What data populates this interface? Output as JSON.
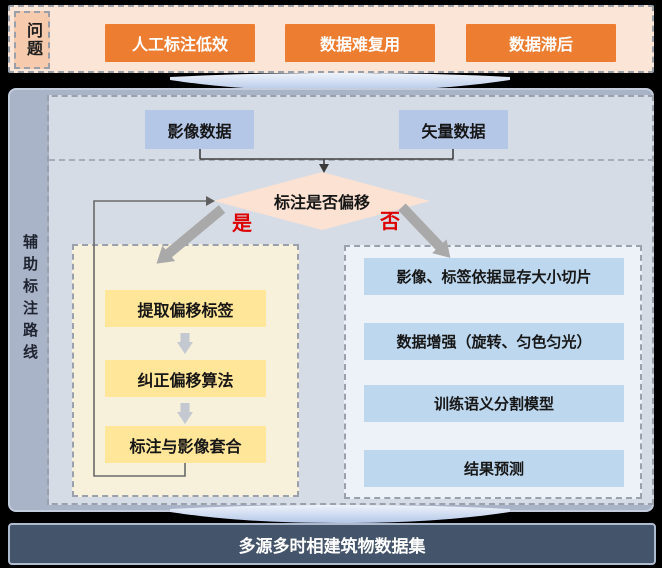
{
  "problem_section": {
    "label": "问题",
    "items": [
      {
        "label": "人工标注低效"
      },
      {
        "label": "数据难复用"
      },
      {
        "label": "数据滞后"
      }
    ]
  },
  "route_section": {
    "label": "辅助标注路线",
    "inputs": [
      {
        "label": "影像数据"
      },
      {
        "label": "矢量数据"
      }
    ],
    "decision": {
      "label": "标注是否偏移",
      "yes_label": "是",
      "no_label": "否"
    },
    "yes_branch": {
      "steps": [
        {
          "label": "提取偏移标签"
        },
        {
          "label": "纠正偏移算法"
        },
        {
          "label": "标注与影像套合"
        }
      ]
    },
    "no_branch": {
      "steps": [
        {
          "label": "影像、标签依据显存大小切片"
        },
        {
          "label": "数据增强（旋转、匀色匀光）"
        },
        {
          "label": "训练语义分割模型"
        },
        {
          "label": "结果预测"
        }
      ]
    }
  },
  "output_section": {
    "label": "多源多时相建筑物数据集"
  },
  "colors": {
    "problem_accent": "#ED7D31",
    "problem_bg": "#FBE5D6",
    "problem_label_bg": "#F6CBAD",
    "input_box": "#B4C7E7",
    "decision_bg": "#FBE2D3",
    "yes_step": "#FFE699",
    "yes_panel_bg": "#F7F0DA",
    "no_step": "#BDD7EE",
    "no_panel_bg": "#EDF2F9",
    "route_frame": "#A9B4C9",
    "route_content": "#D6DCE5",
    "output_bg": "#44546A",
    "branch_text": "#DD0000",
    "connector_chevron": "#BCCCEA"
  }
}
